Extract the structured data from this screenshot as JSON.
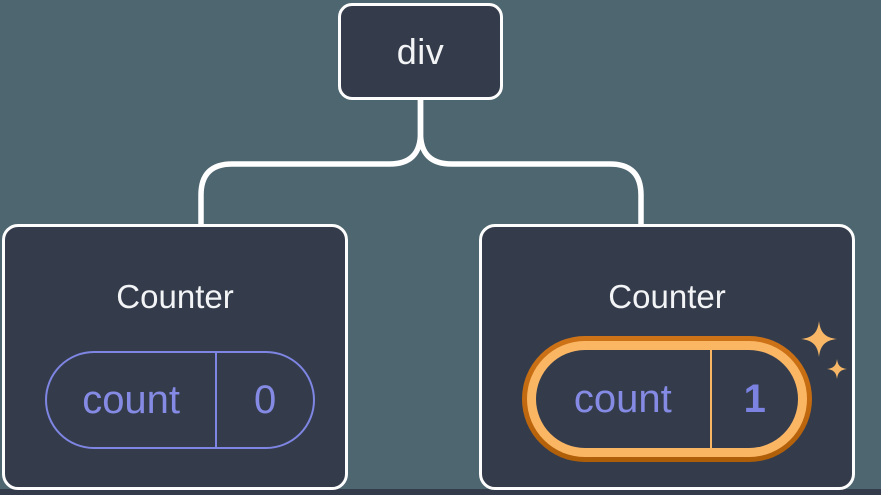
{
  "tree": {
    "root": {
      "label": "div"
    },
    "children": [
      {
        "title": "Counter",
        "state": {
          "key": "count",
          "value": "0"
        },
        "highlighted": false
      },
      {
        "title": "Counter",
        "state": {
          "key": "count",
          "value": "1"
        },
        "highlighted": true
      }
    ]
  },
  "icons": {
    "sparkles": "sparkles-icon"
  },
  "colors": {
    "background": "#4D6670",
    "node_fill": "#343C4C",
    "node_border": "#FDFDFD",
    "connector": "#FFFFFF",
    "state_accent_purple": "#858BE4",
    "state_value_bold_purple": "#7B82E2",
    "highlight_ring_dark_orange": "#C2690F",
    "highlight_ring_light_orange": "#FBB664",
    "sparkle_orange": "#F7B766"
  }
}
